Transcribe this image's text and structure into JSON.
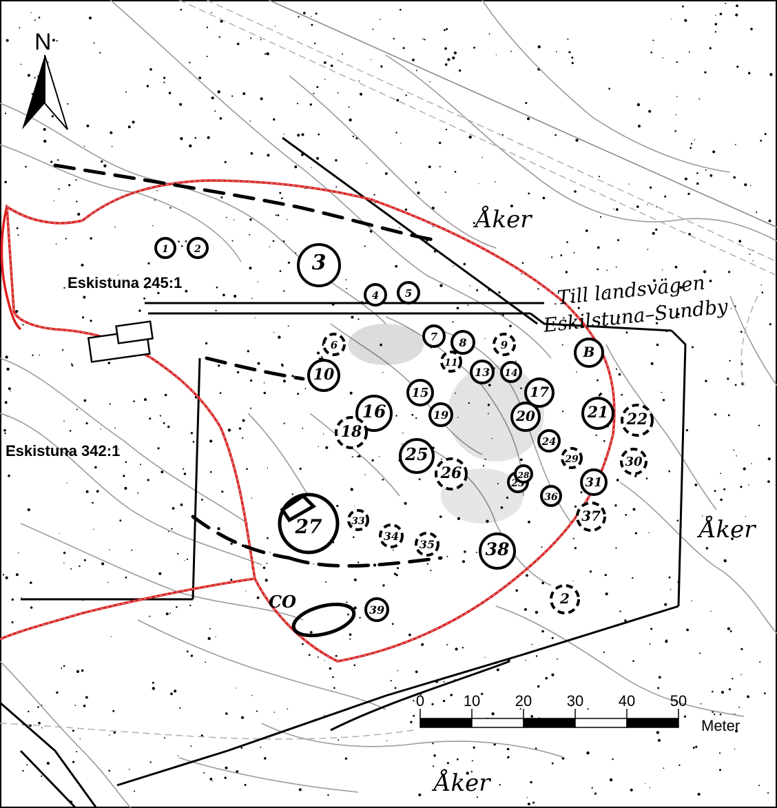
{
  "map": {
    "north_label": "N",
    "sites": {
      "site_a": "Eskistuna 245:1",
      "site_b": "Eskistuna 342:1"
    },
    "field_labels": [
      "Åker",
      "Åker",
      "Åker"
    ],
    "road_label": {
      "line1": "Till landsvägen",
      "line2": "Eskilstuna–Sundby"
    },
    "scale_bar": {
      "ticks": [
        "0",
        "10",
        "20",
        "30",
        "40",
        "50"
      ],
      "unit": "Meter"
    },
    "features": [
      {
        "label": "1"
      },
      {
        "label": "2"
      },
      {
        "label": "3"
      },
      {
        "label": "4"
      },
      {
        "label": "5"
      },
      {
        "label": "6"
      },
      {
        "label": "7"
      },
      {
        "label": "8"
      },
      {
        "label": "9"
      },
      {
        "label": "10"
      },
      {
        "label": "11"
      },
      {
        "label": "13"
      },
      {
        "label": "14"
      },
      {
        "label": "15"
      },
      {
        "label": "16"
      },
      {
        "label": "17"
      },
      {
        "label": "18"
      },
      {
        "label": "19"
      },
      {
        "label": "20"
      },
      {
        "label": "21"
      },
      {
        "label": "22"
      },
      {
        "label": "23"
      },
      {
        "label": "24"
      },
      {
        "label": "25"
      },
      {
        "label": "26"
      },
      {
        "label": "27"
      },
      {
        "label": "28"
      },
      {
        "label": "29"
      },
      {
        "label": "30"
      },
      {
        "label": "31"
      },
      {
        "label": "33"
      },
      {
        "label": "34"
      },
      {
        "label": "35"
      },
      {
        "label": "36"
      },
      {
        "label": "37"
      },
      {
        "label": "38"
      },
      {
        "label": "39"
      },
      {
        "label": "2"
      },
      {
        "label": "B"
      },
      {
        "label": "CO"
      }
    ]
  }
}
